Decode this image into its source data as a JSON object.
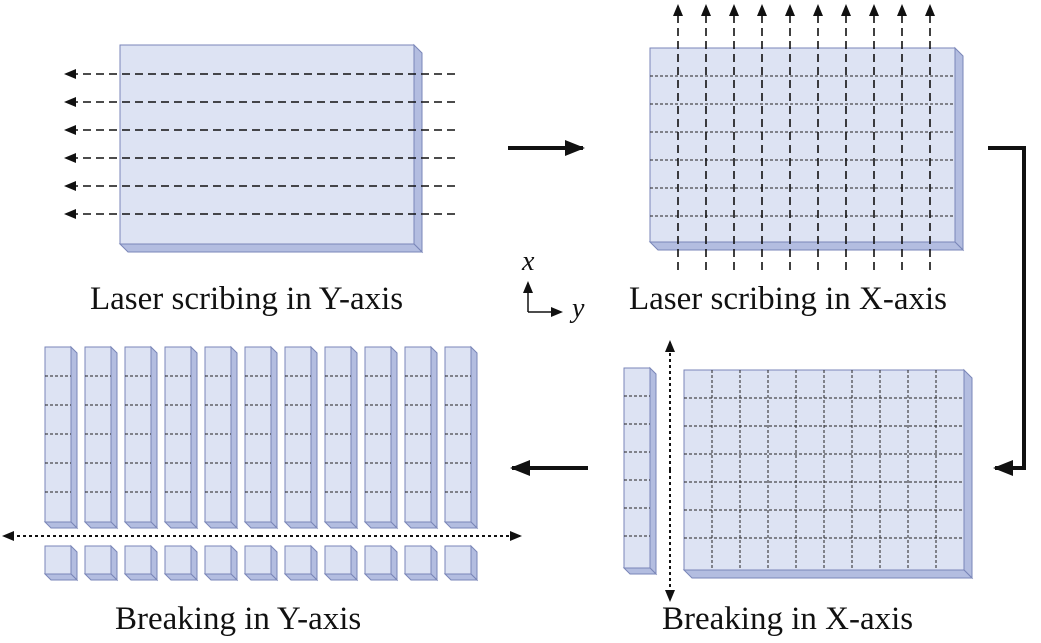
{
  "captions": {
    "step1": "Laser scribing in Y-axis",
    "step2": "Laser scribing in X-axis",
    "step3": "Breaking in X-axis",
    "step4": "Breaking in Y-axis"
  },
  "axes": {
    "x_label": "x",
    "y_label": "y"
  },
  "colors": {
    "wafer_face": "#dde3f3",
    "wafer_side": "#b3bde0",
    "wafer_edge": "#7a86b8",
    "line": "#111111"
  }
}
